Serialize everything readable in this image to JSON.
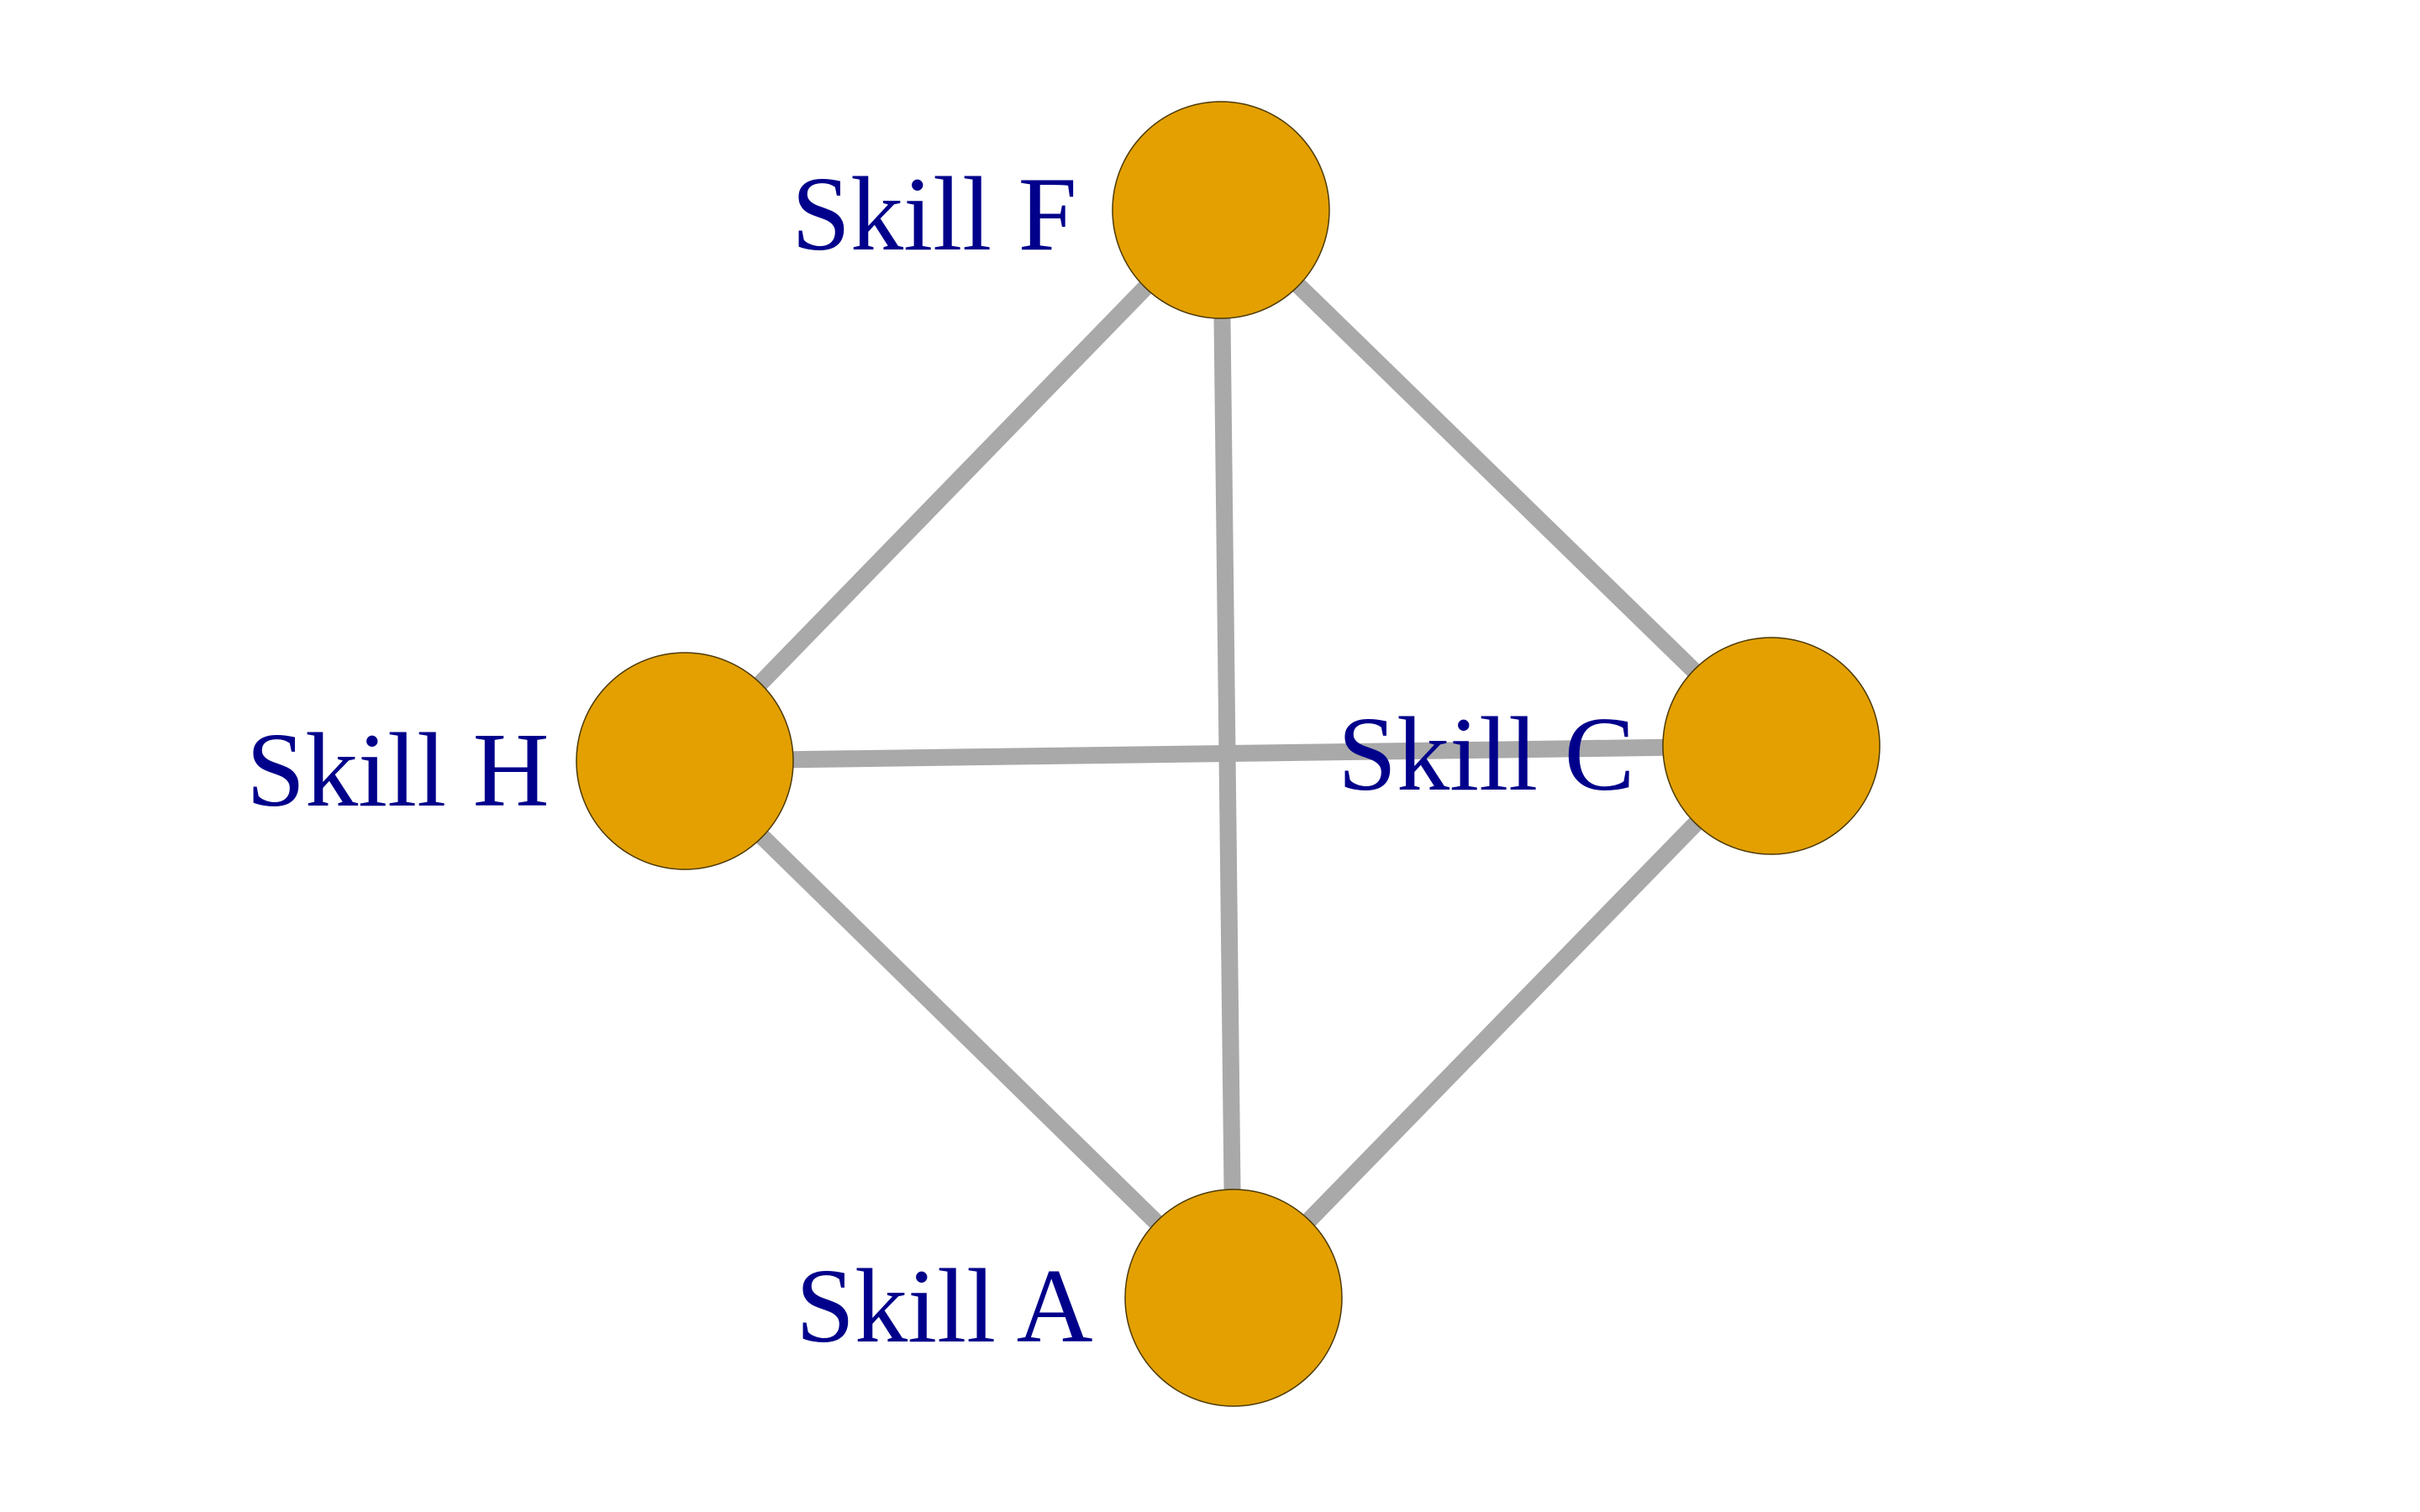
{
  "diagram": {
    "type": "network-graph",
    "colors": {
      "background": "#ffffff",
      "node_fill": "#e3a000",
      "node_border": "#4d3a00",
      "edge": "#a9a9a9",
      "label": "#00008b"
    },
    "nodes": [
      {
        "id": "F",
        "label": "Skill F"
      },
      {
        "id": "H",
        "label": "Skill H"
      },
      {
        "id": "C",
        "label": "Skill C"
      },
      {
        "id": "A",
        "label": "Skill A"
      }
    ],
    "edges": [
      {
        "source": "F",
        "target": "H"
      },
      {
        "source": "F",
        "target": "C"
      },
      {
        "source": "F",
        "target": "A"
      },
      {
        "source": "H",
        "target": "C"
      },
      {
        "source": "H",
        "target": "A"
      },
      {
        "source": "C",
        "target": "A"
      }
    ]
  }
}
